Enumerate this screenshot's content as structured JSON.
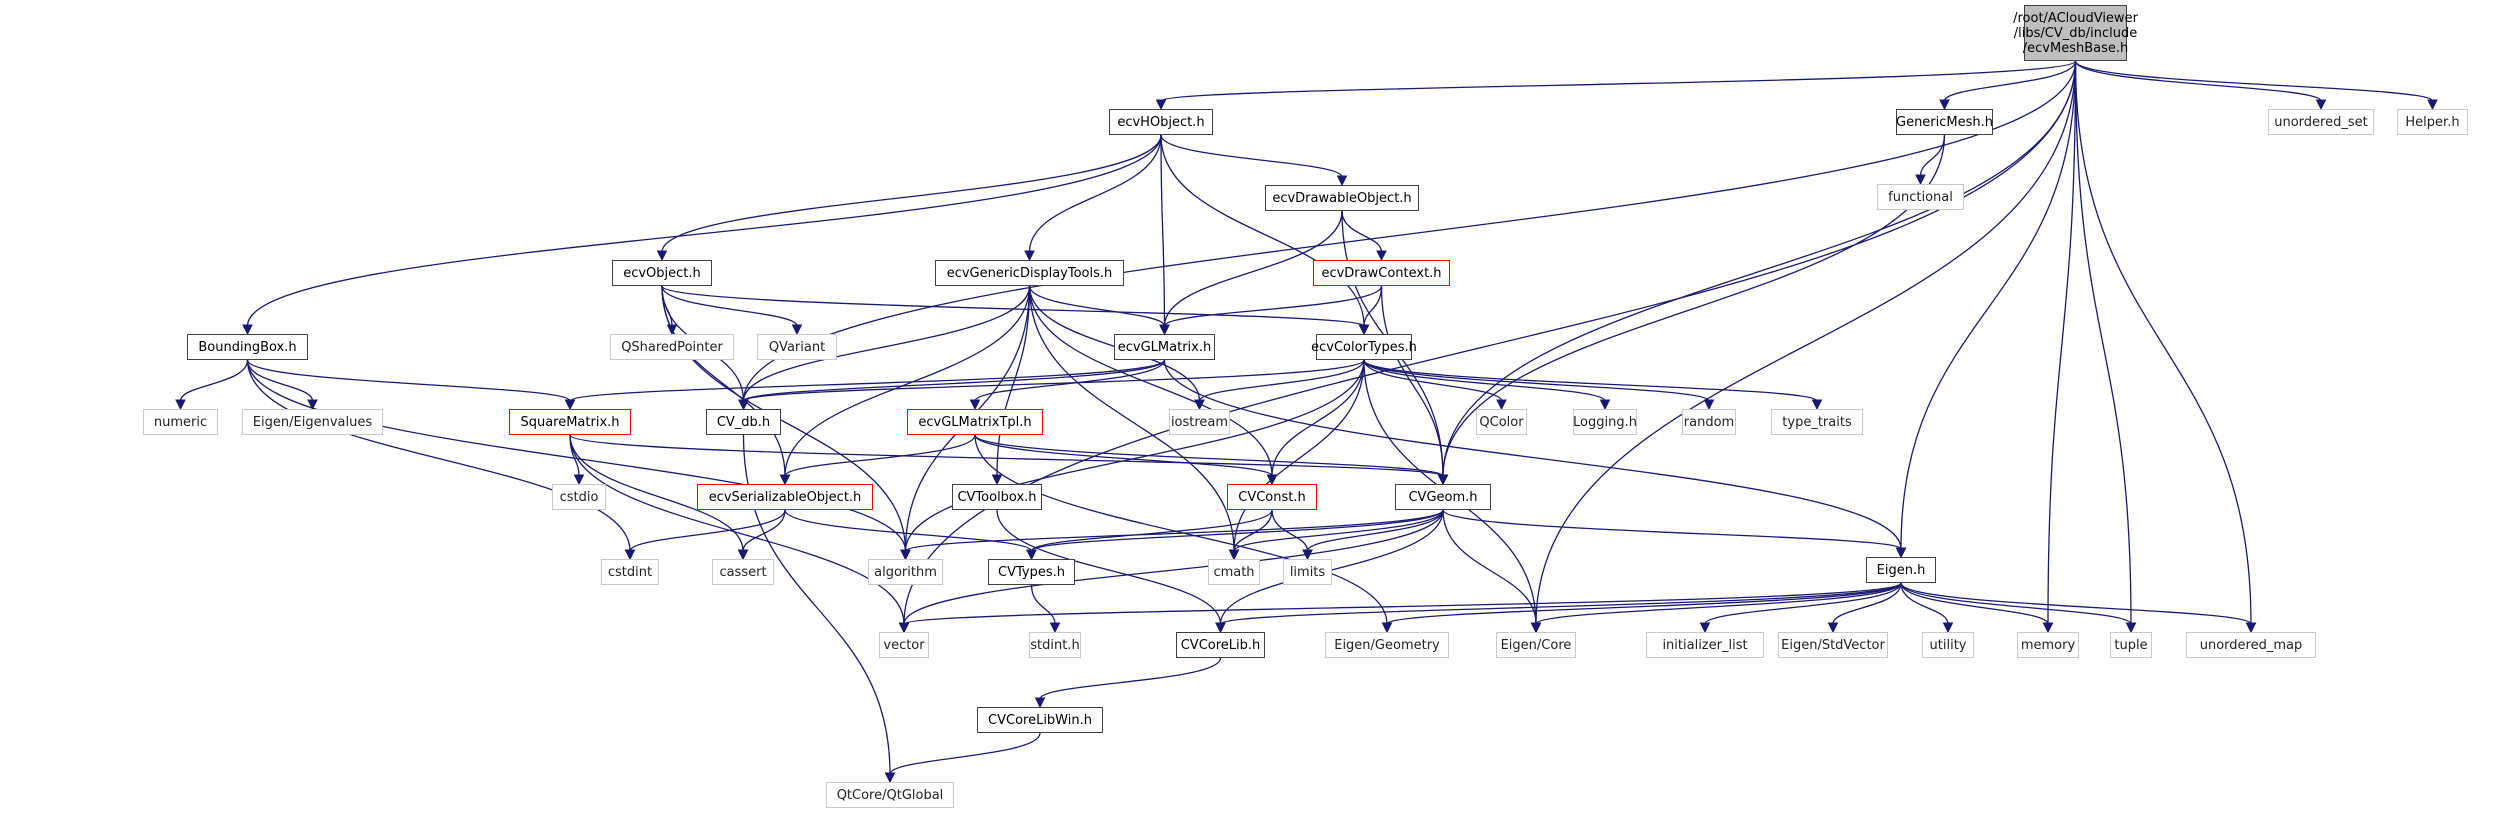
{
  "diagram": {
    "title": "Include dependency graph for ecvMeshBase.h",
    "colors": {
      "edge": "#191970",
      "root_fill": "#bfbfbf",
      "documented_border": "#404040",
      "external_border": "#c8c8c8",
      "truncated_border": "#ff0000"
    },
    "nodes": [
      {
        "id": "root",
        "label": "/root/ACloudViewer\n/libs/CV_db/include\n/ecvMeshBase.h",
        "kind": "root"
      },
      {
        "id": "ecvHObject",
        "label": "ecvHObject.h",
        "kind": "doc"
      },
      {
        "id": "GenericMesh",
        "label": "GenericMesh.h",
        "kind": "doc"
      },
      {
        "id": "unordered_set",
        "label": "unordered_set",
        "kind": "ext"
      },
      {
        "id": "Helper",
        "label": "Helper.h",
        "kind": "ext"
      },
      {
        "id": "functional",
        "label": "functional",
        "kind": "ext"
      },
      {
        "id": "ecvDrawableObject",
        "label": "ecvDrawableObject.h",
        "kind": "doc"
      },
      {
        "id": "ecvObject",
        "label": "ecvObject.h",
        "kind": "doc"
      },
      {
        "id": "ecvGenericDisplayTools",
        "label": "ecvGenericDisplayTools.h",
        "kind": "doc"
      },
      {
        "id": "ecvDrawContext",
        "label": "ecvDrawContext.h",
        "kind": "trunc"
      },
      {
        "id": "BoundingBox",
        "label": "BoundingBox.h",
        "kind": "doc"
      },
      {
        "id": "QSharedPointer",
        "label": "QSharedPointer",
        "kind": "ext"
      },
      {
        "id": "QVariant",
        "label": "QVariant",
        "kind": "ext"
      },
      {
        "id": "ecvGLMatrix",
        "label": "ecvGLMatrix.h",
        "kind": "doc"
      },
      {
        "id": "ecvColorTypes",
        "label": "ecvColorTypes.h",
        "kind": "doc"
      },
      {
        "id": "numeric",
        "label": "numeric",
        "kind": "ext"
      },
      {
        "id": "EigenEigenvalues",
        "label": "Eigen/Eigenvalues",
        "kind": "ext"
      },
      {
        "id": "SquareMatrix",
        "label": "SquareMatrix.h",
        "kind": "trunc"
      },
      {
        "id": "CV_db",
        "label": "CV_db.h",
        "kind": "doc"
      },
      {
        "id": "ecvGLMatrixTpl",
        "label": "ecvGLMatrixTpl.h",
        "kind": "trunc"
      },
      {
        "id": "iostream",
        "label": "iostream",
        "kind": "ext"
      },
      {
        "id": "QColor",
        "label": "QColor",
        "kind": "ext"
      },
      {
        "id": "Logging",
        "label": "Logging.h",
        "kind": "ext"
      },
      {
        "id": "random",
        "label": "random",
        "kind": "ext"
      },
      {
        "id": "type_traits",
        "label": "type_traits",
        "kind": "ext"
      },
      {
        "id": "cstdio",
        "label": "cstdio",
        "kind": "ext"
      },
      {
        "id": "ecvSerializableObject",
        "label": "ecvSerializableObject.h",
        "kind": "trunc"
      },
      {
        "id": "CVToolbox",
        "label": "CVToolbox.h",
        "kind": "doc"
      },
      {
        "id": "CVConst",
        "label": "CVConst.h",
        "kind": "trunc"
      },
      {
        "id": "CVGeom",
        "label": "CVGeom.h",
        "kind": "doc"
      },
      {
        "id": "cstdint",
        "label": "cstdint",
        "kind": "ext"
      },
      {
        "id": "cassert",
        "label": "cassert",
        "kind": "ext"
      },
      {
        "id": "algorithm",
        "label": "algorithm",
        "kind": "ext"
      },
      {
        "id": "CVTypes",
        "label": "CVTypes.h",
        "kind": "doc"
      },
      {
        "id": "cmath",
        "label": "cmath",
        "kind": "ext"
      },
      {
        "id": "limits",
        "label": "limits",
        "kind": "ext"
      },
      {
        "id": "EigenH",
        "label": "Eigen.h",
        "kind": "doc"
      },
      {
        "id": "vector",
        "label": "vector",
        "kind": "ext"
      },
      {
        "id": "stdint",
        "label": "stdint.h",
        "kind": "ext"
      },
      {
        "id": "CVCoreLib",
        "label": "CVCoreLib.h",
        "kind": "doc"
      },
      {
        "id": "EigenGeometry",
        "label": "Eigen/Geometry",
        "kind": "ext"
      },
      {
        "id": "EigenCore",
        "label": "Eigen/Core",
        "kind": "ext"
      },
      {
        "id": "initializer_list",
        "label": "initializer_list",
        "kind": "ext"
      },
      {
        "id": "EigenStdVector",
        "label": "Eigen/StdVector",
        "kind": "ext"
      },
      {
        "id": "utility",
        "label": "utility",
        "kind": "ext"
      },
      {
        "id": "memory",
        "label": "memory",
        "kind": "ext"
      },
      {
        "id": "tuple",
        "label": "tuple",
        "kind": "ext"
      },
      {
        "id": "unordered_map",
        "label": "unordered_map",
        "kind": "ext"
      },
      {
        "id": "CVCoreLibWin",
        "label": "CVCoreLibWin.h",
        "kind": "doc"
      },
      {
        "id": "QtGlobal",
        "label": "QtCore/QtGlobal",
        "kind": "ext"
      }
    ],
    "edges": [
      [
        "root",
        "ecvHObject"
      ],
      [
        "root",
        "GenericMesh"
      ],
      [
        "root",
        "unordered_set"
      ],
      [
        "root",
        "Helper"
      ],
      [
        "root",
        "vector"
      ],
      [
        "root",
        "CV_db"
      ],
      [
        "root",
        "EigenCore"
      ],
      [
        "root",
        "EigenH"
      ],
      [
        "root",
        "memory"
      ],
      [
        "root",
        "tuple"
      ],
      [
        "root",
        "unordered_map"
      ],
      [
        "root",
        "CVGeom"
      ],
      [
        "GenericMesh",
        "functional"
      ],
      [
        "GenericMesh",
        "CVGeom"
      ],
      [
        "ecvHObject",
        "ecvObject"
      ],
      [
        "ecvHObject",
        "BoundingBox"
      ],
      [
        "ecvHObject",
        "ecvGenericDisplayTools"
      ],
      [
        "ecvHObject",
        "ecvGLMatrix"
      ],
      [
        "ecvHObject",
        "ecvDrawableObject"
      ],
      [
        "ecvHObject",
        "ecvColorTypes"
      ],
      [
        "ecvDrawableObject",
        "ecvDrawContext"
      ],
      [
        "ecvDrawableObject",
        "ecvGLMatrix"
      ],
      [
        "ecvDrawableObject",
        "CVGeom"
      ],
      [
        "ecvDrawContext",
        "ecvGLMatrix"
      ],
      [
        "ecvDrawContext",
        "ecvColorTypes"
      ],
      [
        "ecvDrawContext",
        "CVGeom"
      ],
      [
        "ecvObject",
        "QSharedPointer"
      ],
      [
        "ecvObject",
        "QVariant"
      ],
      [
        "ecvObject",
        "ecvColorTypes"
      ],
      [
        "ecvObject",
        "CV_db"
      ],
      [
        "ecvObject",
        "ecvSerializableObject"
      ],
      [
        "ecvObject",
        "algorithm"
      ],
      [
        "ecvGenericDisplayTools",
        "ecvGLMatrix"
      ],
      [
        "ecvGenericDisplayTools",
        "CV_db"
      ],
      [
        "ecvGenericDisplayTools",
        "iostream"
      ],
      [
        "ecvGenericDisplayTools",
        "CVConst"
      ],
      [
        "ecvGenericDisplayTools",
        "CVToolbox"
      ],
      [
        "ecvGenericDisplayTools",
        "cmath"
      ],
      [
        "ecvGenericDisplayTools",
        "ecvSerializableObject"
      ],
      [
        "ecvGenericDisplayTools",
        "algorithm"
      ],
      [
        "BoundingBox",
        "numeric"
      ],
      [
        "BoundingBox",
        "EigenEigenvalues"
      ],
      [
        "BoundingBox",
        "SquareMatrix"
      ],
      [
        "BoundingBox",
        "cstdint"
      ],
      [
        "BoundingBox",
        "algorithm"
      ],
      [
        "ecvGLMatrix",
        "ecvGLMatrixTpl"
      ],
      [
        "ecvGLMatrix",
        "CV_db"
      ],
      [
        "ecvGLMatrix",
        "SquareMatrix"
      ],
      [
        "ecvGLMatrix",
        "EigenH"
      ],
      [
        "ecvColorTypes",
        "iostream"
      ],
      [
        "ecvColorTypes",
        "QColor"
      ],
      [
        "ecvColorTypes",
        "Logging"
      ],
      [
        "ecvColorTypes",
        "random"
      ],
      [
        "ecvColorTypes",
        "type_traits"
      ],
      [
        "ecvColorTypes",
        "CVConst"
      ],
      [
        "ecvColorTypes",
        "cmath"
      ],
      [
        "ecvColorTypes",
        "algorithm"
      ],
      [
        "ecvColorTypes",
        "EigenCore"
      ],
      [
        "ecvColorTypes",
        "CV_db"
      ],
      [
        "SquareMatrix",
        "cstdio"
      ],
      [
        "SquareMatrix",
        "cassert"
      ],
      [
        "SquareMatrix",
        "vector"
      ],
      [
        "SquareMatrix",
        "CVGeom"
      ],
      [
        "CV_db",
        "QtGlobal"
      ],
      [
        "ecvGLMatrixTpl",
        "ecvSerializableObject"
      ],
      [
        "ecvGLMatrixTpl",
        "CVGeom"
      ],
      [
        "ecvGLMatrixTpl",
        "CVConst"
      ],
      [
        "ecvGLMatrixTpl",
        "EigenGeometry"
      ],
      [
        "ecvSerializableObject",
        "cstdint"
      ],
      [
        "ecvSerializableObject",
        "cassert"
      ],
      [
        "ecvSerializableObject",
        "CVTypes"
      ],
      [
        "CVToolbox",
        "CVCoreLib"
      ],
      [
        "CVConst",
        "cmath"
      ],
      [
        "CVConst",
        "limits"
      ],
      [
        "CVConst",
        "CVTypes"
      ],
      [
        "CVGeom",
        "cmath"
      ],
      [
        "CVGeom",
        "limits"
      ],
      [
        "CVGeom",
        "CVTypes"
      ],
      [
        "CVGeom",
        "algorithm"
      ],
      [
        "CVGeom",
        "EigenH"
      ],
      [
        "CVGeom",
        "EigenCore"
      ],
      [
        "CVGeom",
        "CVCoreLib"
      ],
      [
        "CVGeom",
        "vector"
      ],
      [
        "CVTypes",
        "stdint"
      ],
      [
        "EigenH",
        "vector"
      ],
      [
        "EigenH",
        "CVCoreLib"
      ],
      [
        "EigenH",
        "EigenGeometry"
      ],
      [
        "EigenH",
        "EigenCore"
      ],
      [
        "EigenH",
        "initializer_list"
      ],
      [
        "EigenH",
        "EigenStdVector"
      ],
      [
        "EigenH",
        "utility"
      ],
      [
        "EigenH",
        "memory"
      ],
      [
        "EigenH",
        "tuple"
      ],
      [
        "EigenH",
        "unordered_map"
      ],
      [
        "CVCoreLib",
        "CVCoreLibWin"
      ],
      [
        "CVCoreLibWin",
        "QtGlobal"
      ]
    ]
  }
}
